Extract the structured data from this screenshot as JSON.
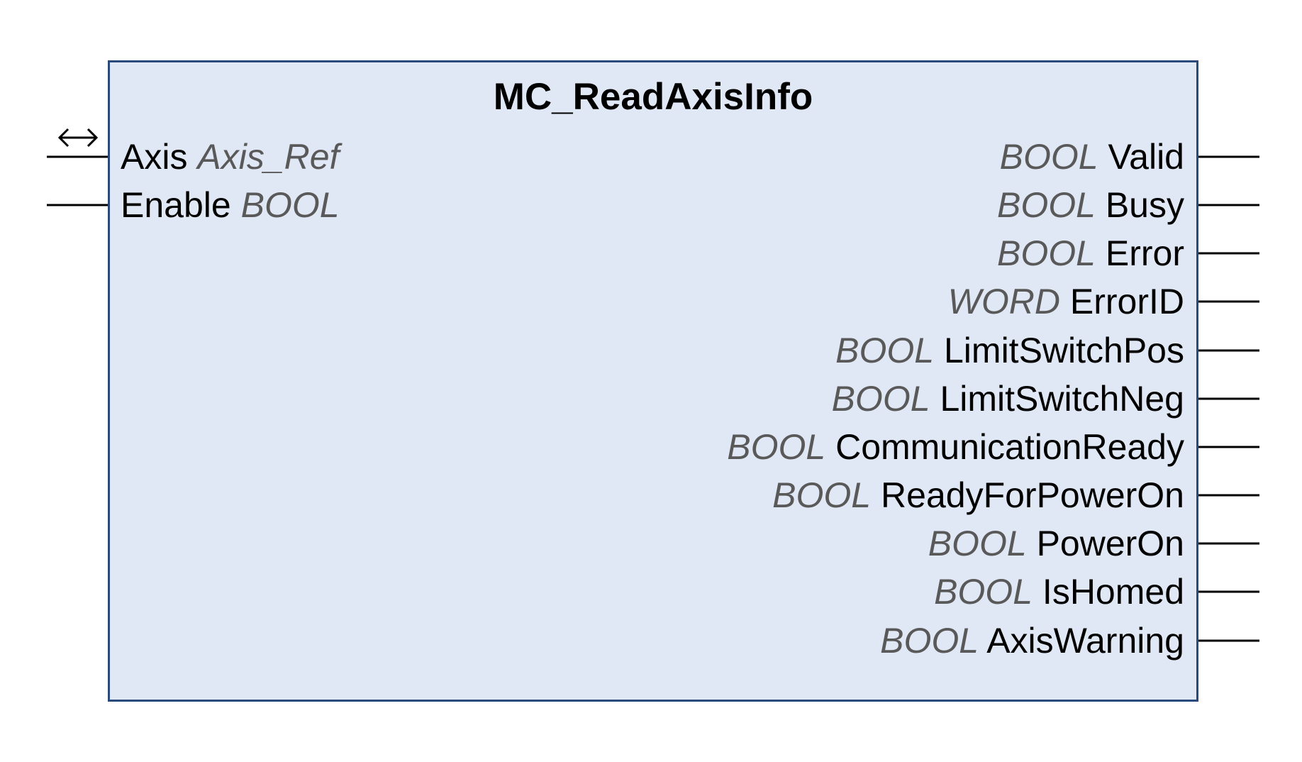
{
  "block": {
    "title": "MC_ReadAxisInfo"
  },
  "inputs": [
    {
      "name": "Axis",
      "type": "Axis_Ref",
      "in_out": true
    },
    {
      "name": "Enable",
      "type": "BOOL",
      "in_out": false
    }
  ],
  "outputs": [
    {
      "name": "Valid",
      "type": "BOOL"
    },
    {
      "name": "Busy",
      "type": "BOOL"
    },
    {
      "name": "Error",
      "type": "BOOL"
    },
    {
      "name": "ErrorID",
      "type": "WORD"
    },
    {
      "name": "LimitSwitchPos",
      "type": "BOOL"
    },
    {
      "name": "LimitSwitchNeg",
      "type": "BOOL"
    },
    {
      "name": "CommunicationReady",
      "type": "BOOL"
    },
    {
      "name": "ReadyForPowerOn",
      "type": "BOOL"
    },
    {
      "name": "PowerOn",
      "type": "BOOL"
    },
    {
      "name": "IsHomed",
      "type": "BOOL"
    },
    {
      "name": "AxisWarning",
      "type": "BOOL"
    }
  ],
  "icons": {
    "in_out_marker": "double-arrow-icon"
  },
  "colors": {
    "block_fill": "#e1e8f5",
    "block_border": "#2b4a7c",
    "type_text": "#595959",
    "name_text": "#000000"
  }
}
